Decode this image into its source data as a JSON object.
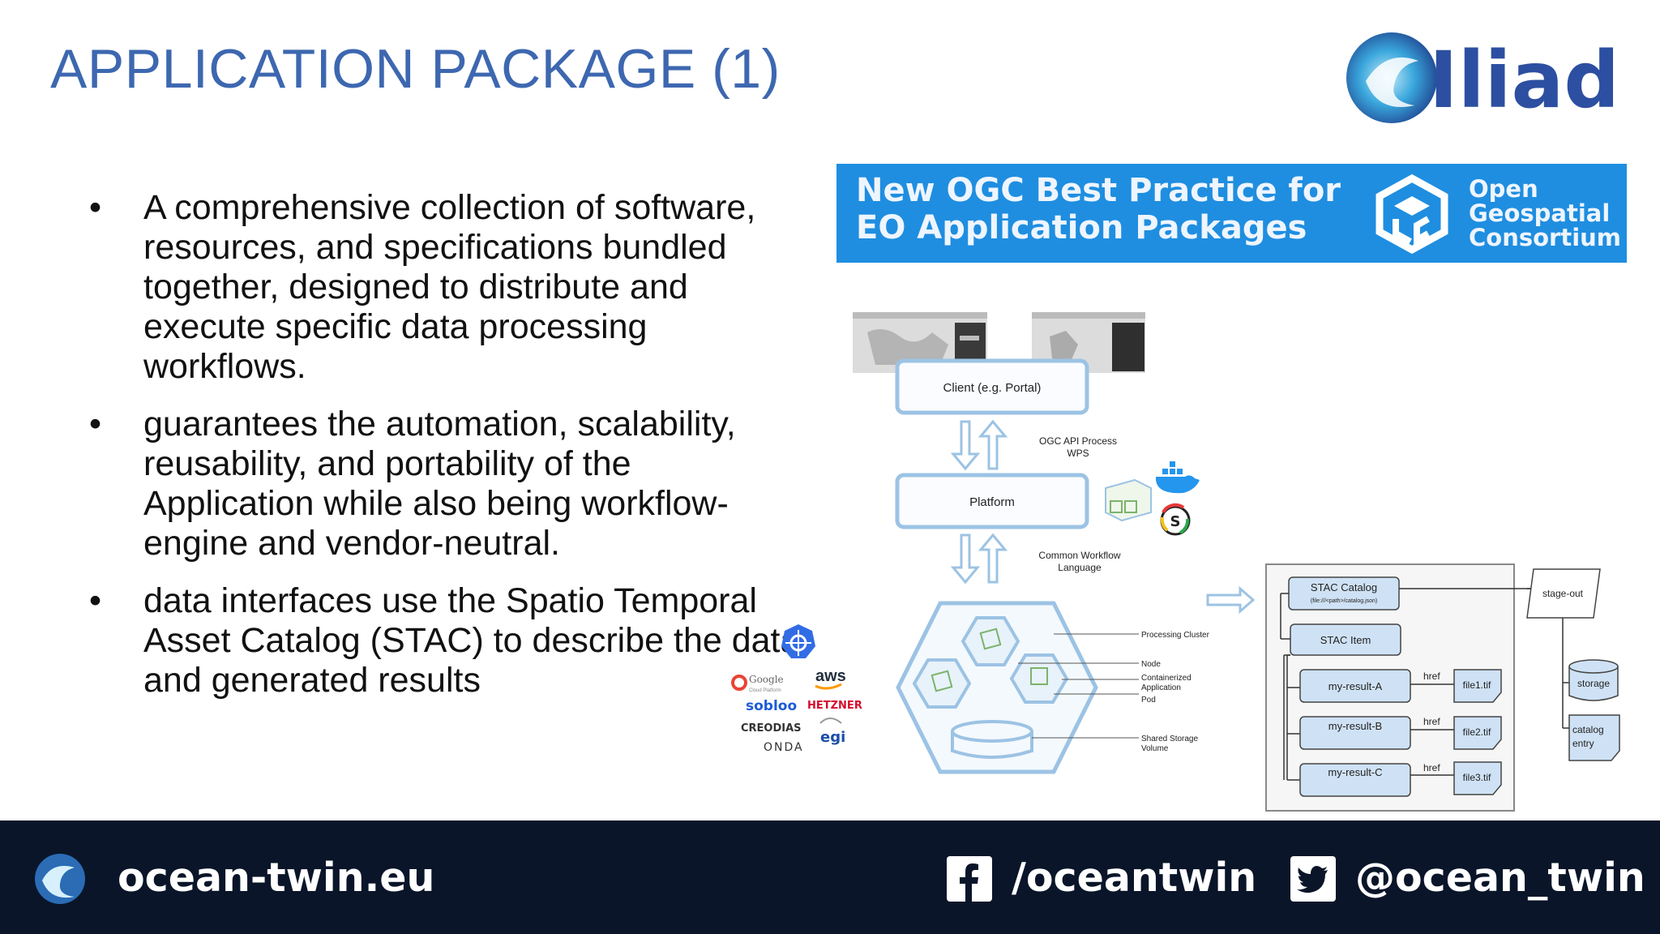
{
  "title": "APPLICATION PACKAGE (1)",
  "logo": {
    "text": "Iliad"
  },
  "bullets": [
    "A comprehensive collection of software, resources, and specifications bundled together, designed to distribute and execute specific data processing workflows.",
    "guarantees the automation, scalability, reusability, and portability of the Application while also being workflow-engine and vendor-neutral.",
    "data interfaces use the Spatio Temporal Asset Catalog (STAC) to describe the data and generated results"
  ],
  "bullet_symbol": "•",
  "banner": {
    "line1": "New OGC Best Practice for",
    "line2": "EO Application Packages",
    "org1": "Open",
    "org2": "Geospatial",
    "org3": "Consortium"
  },
  "diagram": {
    "client": "Client (e.g. Portal)",
    "api1": "OGC API Process",
    "api2": "WPS",
    "platform": "Platform",
    "cwl1": "Common Workflow",
    "cwl2": "Language",
    "processing_cluster": "Processing Cluster",
    "node": "Node",
    "containerized1": "Containerized",
    "containerized2": "Application",
    "pod": "Pod",
    "shared1": "Shared Storage",
    "shared2": "Volume",
    "stac_catalog": "STAC Catalog",
    "stac_catalog_path": "(file:///<path>/catalog.json)",
    "stac_item": "STAC Item",
    "results": [
      "my-result-A",
      "my-result-B",
      "my-result-C"
    ],
    "href": "href",
    "files": [
      "file1.tif",
      "file2.tif",
      "file3.tif"
    ],
    "stage_out": "stage-out",
    "storage": "storage",
    "catalog_entry1": "catalog",
    "catalog_entry2": "entry",
    "providers": {
      "google": "Google",
      "google_sub": "Cloud Platform",
      "aws": "aws",
      "sobloo": "sobloo",
      "hetzner": "HETZNER",
      "creodias": "CREODIAS",
      "egi": "egi",
      "onda": "ONDA"
    }
  },
  "footer": {
    "site": "ocean-twin.eu",
    "facebook": "/oceantwin",
    "twitter": "@ocean_twin"
  },
  "colors": {
    "title": "#3d67b0",
    "banner_bg": "#1f8ee0",
    "footer_bg": "#0a1529",
    "diagram_line": "#9cc3e4"
  }
}
